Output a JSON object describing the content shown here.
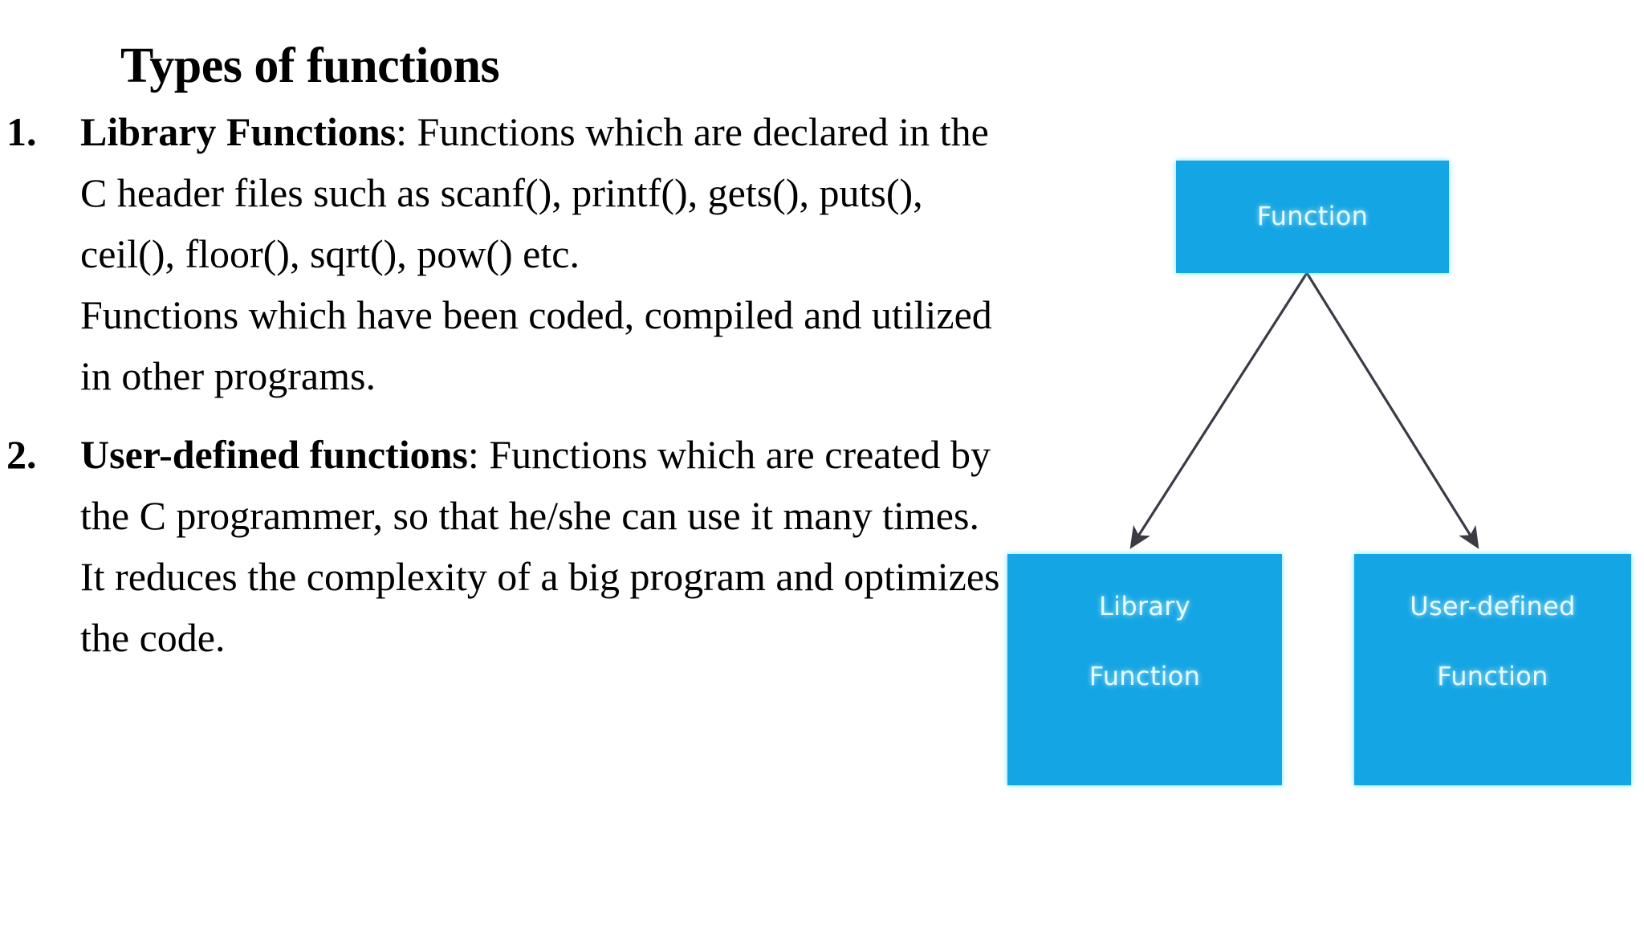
{
  "slide": {
    "title": "Types of functions",
    "background_color": "#ffffff",
    "text_color": "#000000"
  },
  "content": {
    "items": [
      {
        "marker": "1.",
        "lead": "Library Functions",
        "separator": ": ",
        "text": "Functions which are declared in the C header files such as scanf(), printf(), gets(), puts(), ceil(), floor(), sqrt(), pow() etc.",
        "extra_paragraph": "Functions which have been coded, compiled and utilized in other programs."
      },
      {
        "marker": "2.",
        "lead": "User-defined functions",
        "separator": ": ",
        "text": "Functions which are created by the C programmer, so that he/she can use it many times. It reduces the complexity of a big program and optimizes the code.",
        "extra_paragraph": ""
      }
    ]
  },
  "diagram": {
    "box_color": "#14A5E4",
    "box_text_color": "#e4fcff",
    "arrow_color": "#3b3b46",
    "nodes": {
      "root": {
        "label": "Function"
      },
      "left": {
        "label_line1": "Library",
        "label_line2": "Function"
      },
      "right": {
        "label_line1": "User-defined",
        "label_line2": "Function"
      }
    },
    "edges": [
      {
        "from": "root",
        "to": "left"
      },
      {
        "from": "root",
        "to": "right"
      }
    ]
  }
}
